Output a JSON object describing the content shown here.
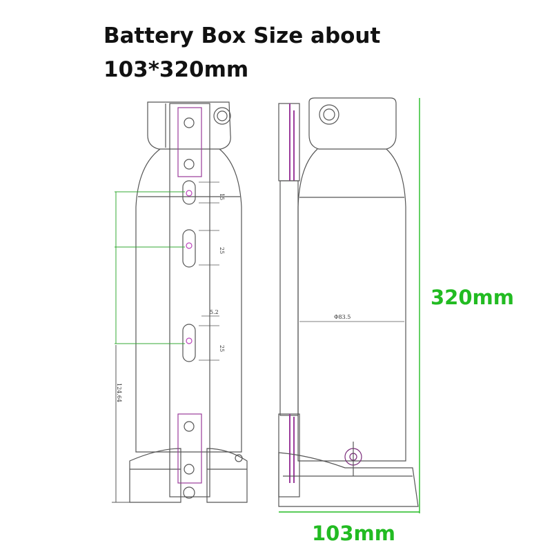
{
  "title": {
    "line1": "Battery Box Size about",
    "line2": "103*320mm"
  },
  "dimensions": {
    "height_label": "320mm",
    "width_label": "103mm",
    "accent_color": "#22bb22"
  },
  "drawing": {
    "slot_dims": [
      "15",
      "25",
      "25"
    ],
    "hole_width": "5.2",
    "diameter": "Φ83.5",
    "bottom_offset": "124.64"
  },
  "colors": {
    "line": "#555555",
    "rail": "#9a3a9a",
    "dim_line": "#33aa33"
  }
}
